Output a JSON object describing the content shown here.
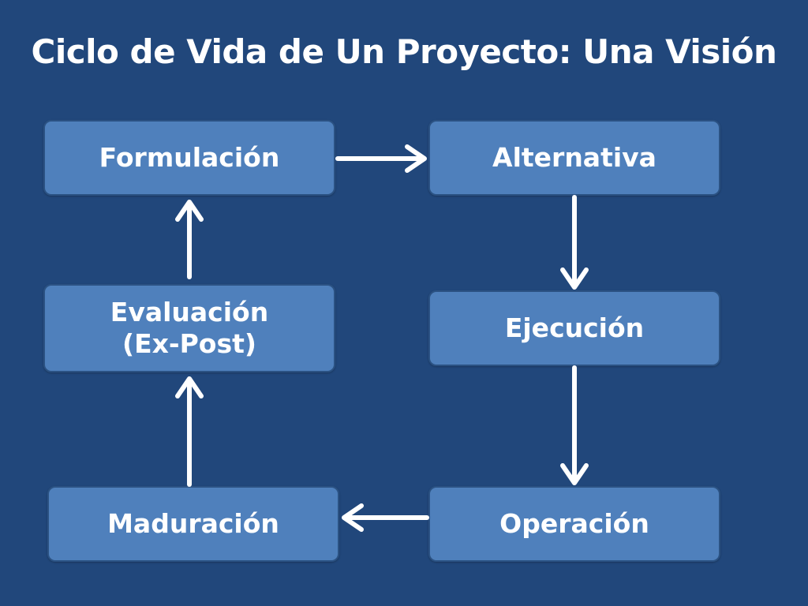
{
  "title": "Ciclo de Vida de Un Proyecto: Una Visión",
  "nodes": {
    "formulacion": "Formulación",
    "alternativa": "Alternativa",
    "evaluacion": {
      "line1": "Evaluación",
      "line2": "(Ex-Post)"
    },
    "ejecucion": "Ejecución",
    "maduracion": "Maduración",
    "operacion": "Operación"
  },
  "colors": {
    "background": "#21477b",
    "node_fill": "#4f80bc",
    "node_border": "#2b5283",
    "text": "#ffffff",
    "arrow": "#ffffff"
  }
}
